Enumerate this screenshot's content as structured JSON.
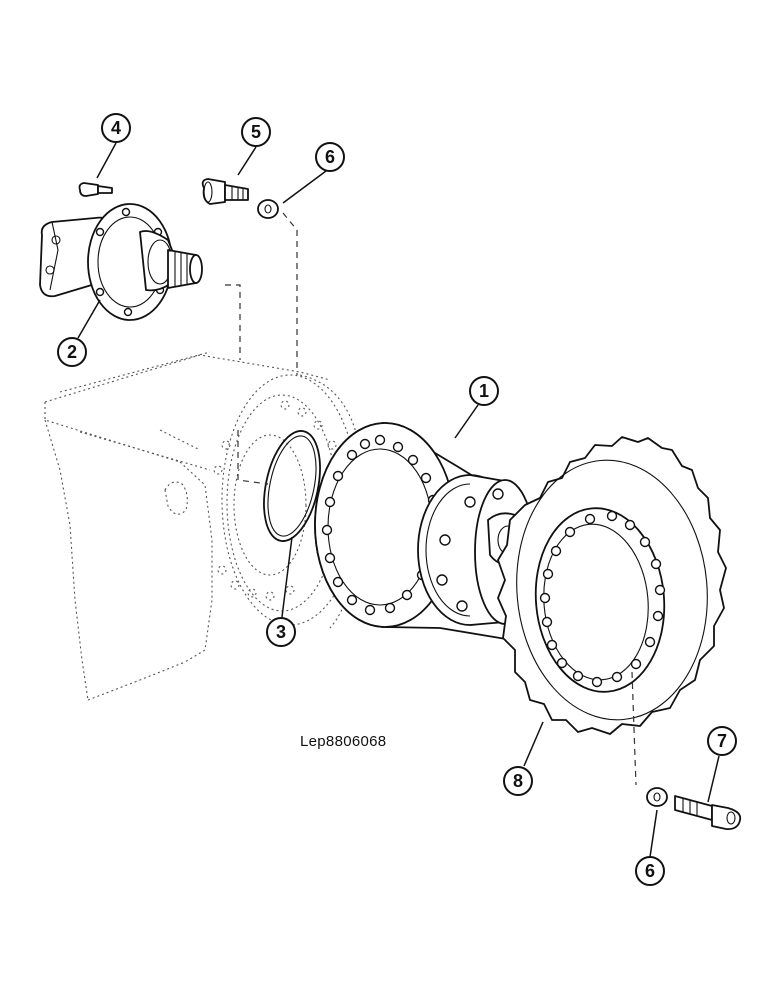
{
  "diagram": {
    "reference_code": "Lep8806068",
    "callouts": {
      "c1": "1",
      "c2": "2",
      "c3": "3",
      "c4": "4",
      "c5": "5",
      "c6a": "6",
      "c6b": "6",
      "c7": "7",
      "c8": "8"
    }
  }
}
